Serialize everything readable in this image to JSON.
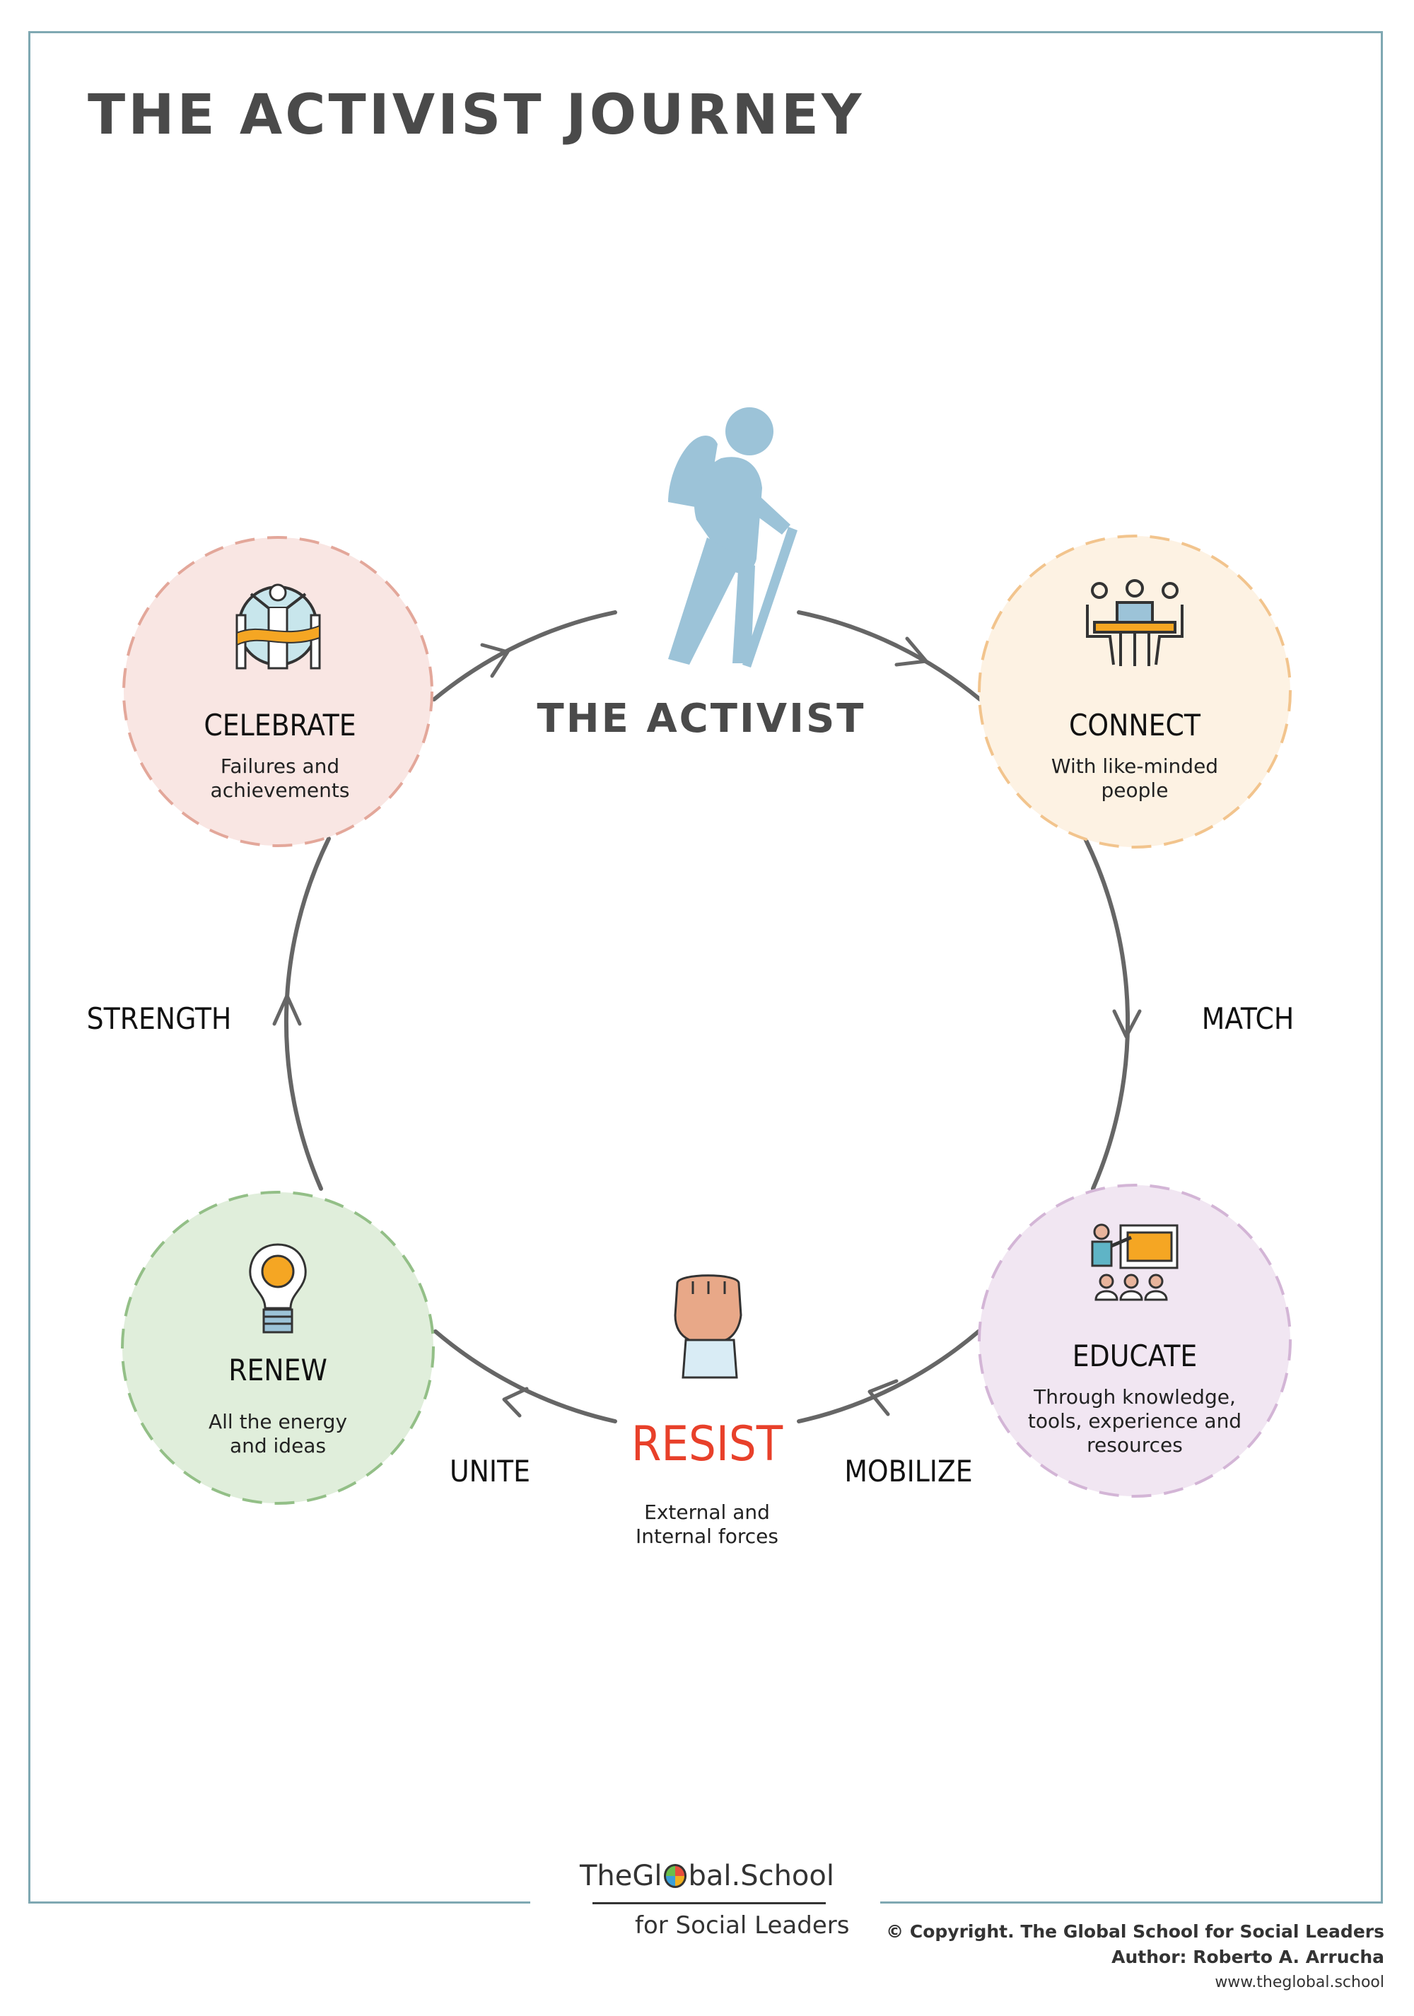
{
  "title": "THE ACTIVIST JOURNEY",
  "center": {
    "label": "THE ACTIVIST",
    "icon": "hiker-icon"
  },
  "stages": {
    "connect": {
      "title": "CONNECT",
      "desc1": "With like-minded",
      "desc2": "people",
      "icon": "meeting-icon",
      "fill": "#fdf2e3",
      "stroke": "#f2c48d"
    },
    "educate": {
      "title": "EDUCATE",
      "desc1": "Through knowledge,",
      "desc2": "tools, experience and",
      "desc3": "resources",
      "icon": "presentation-icon",
      "fill": "#f1e6f2",
      "stroke": "#d3b5d6"
    },
    "renew": {
      "title": "RENEW",
      "desc1": "All the energy",
      "desc2": "and ideas",
      "icon": "lightbulb-icon",
      "fill": "#e0eedb",
      "stroke": "#93bf87"
    },
    "celebrate": {
      "title": "CELEBRATE",
      "desc1": "Failures and",
      "desc2": "achievements",
      "icon": "finish-line-icon",
      "fill": "#f9e6e3",
      "stroke": "#e3a79a"
    },
    "resist": {
      "title": "RESIST",
      "desc1": "External and",
      "desc2": "Internal forces",
      "icon": "fist-icon",
      "color": "#e8402a"
    }
  },
  "transitions": {
    "match": "MATCH",
    "mobilize": "MOBILIZE",
    "unite": "UNITE",
    "strength": "STRENGTH"
  },
  "logo": {
    "brand": "TheGlobal.School",
    "brand_pre": "TheGl",
    "brand_post": "bal.School",
    "tagline": "for Social Leaders"
  },
  "credits": {
    "copyright": "© Copyright. The Global School for Social Leaders",
    "author": "Author: Roberto A. Arrucha",
    "url": "www.theglobal.school"
  },
  "colors": {
    "arrow": "#666666",
    "hiker": "#9cc3d8",
    "frame": "#7fa8b2",
    "text": "#222222",
    "title": "#4a4a4a"
  }
}
